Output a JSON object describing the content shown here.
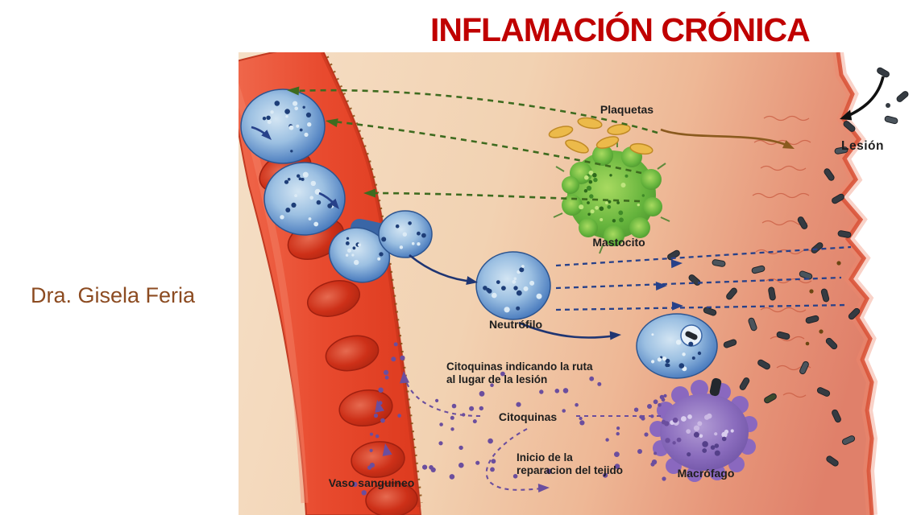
{
  "slide": {
    "title": "INFLAMACIÓN CRÓNICA",
    "author": "Dra. Gisela Feria"
  },
  "diagram": {
    "labels": {
      "plaquetas": "Plaquetas",
      "lesion": "Lesión",
      "mastocito": "Mastocito",
      "neutrofilo": "Neutrófilo",
      "citoquinas_ruta_line1": "Citoquinas indicando la ruta",
      "citoquinas_ruta_line2": "al lugar de la lesión",
      "citoquinas": "Citoquinas",
      "inicio_line1": "Inicio de la",
      "inicio_line2": "reparacion del tejido",
      "macrofago": "Macrófago",
      "vaso_sanguineo": "Vaso sanguineo"
    },
    "colors": {
      "title_red": "#C00000",
      "author_brown": "#8C4B21",
      "tissue_peach": "#F3DBC1",
      "tissue_inflamed": "#E0806A",
      "vessel_red": "#E8472E",
      "rbc_red": "#C72B16",
      "neutrophil_blue": "#4E7FC0",
      "mastocyte_green": "#55A433",
      "macrophage_purple": "#7B5EAE",
      "platelet_yellow": "#E7B347",
      "bacteria_dark": "#353B42",
      "cytokine_purple": "#6B4E9E",
      "green_arrow": "#3E6B1F",
      "blue_arrow": "#27418A",
      "brown_arrow": "#8A5A1E",
      "black_arrow": "#111111"
    }
  }
}
